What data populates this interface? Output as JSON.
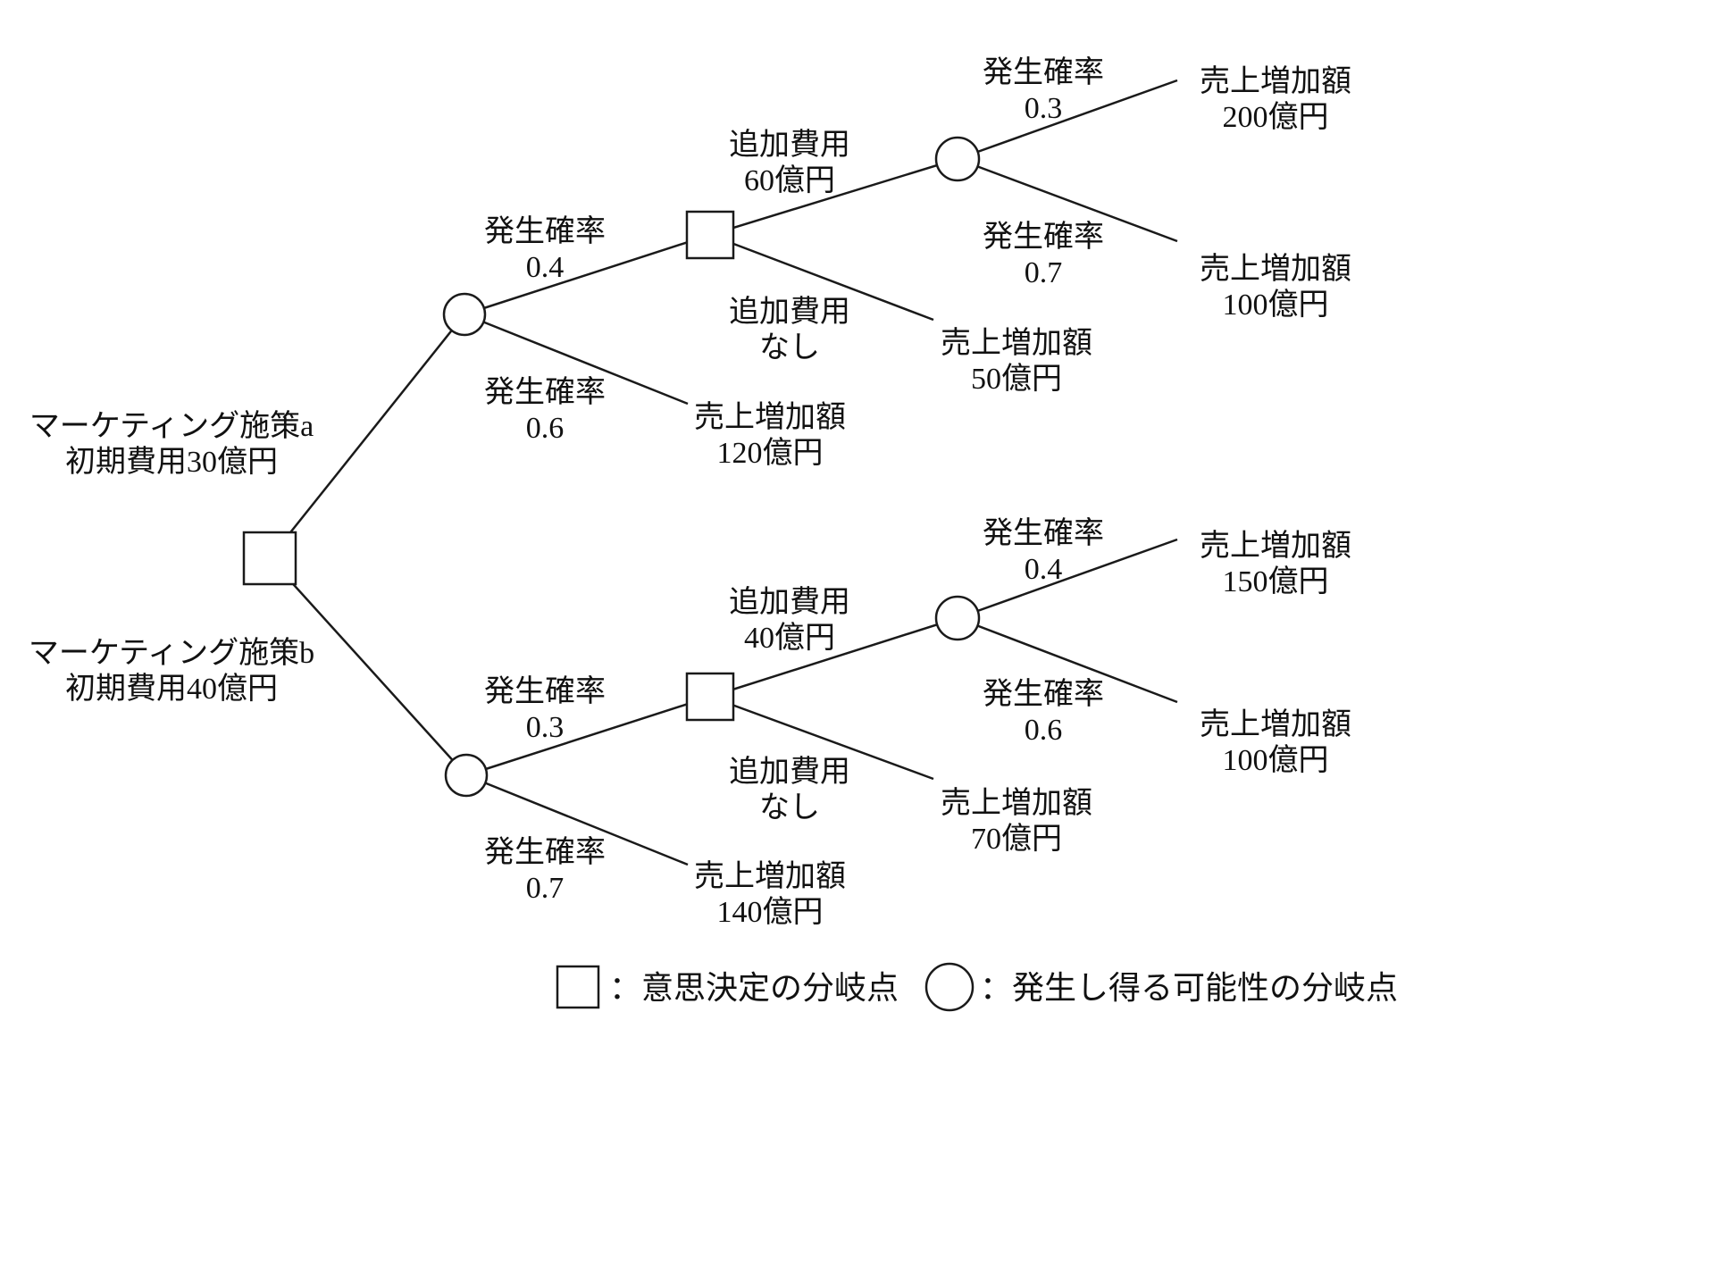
{
  "tree": {
    "root": {
      "strategy_a": {
        "name": "マーケティング施策a",
        "cost": "初期費用30億円"
      },
      "strategy_b": {
        "name": "マーケティング施策b",
        "cost": "初期費用40億円"
      }
    },
    "a": {
      "prob_04": {
        "l1": "発生確率",
        "l2": "0.4"
      },
      "prob_06": {
        "l1": "発生確率",
        "l2": "0.6"
      },
      "outcome_120": {
        "l1": "売上増加額",
        "l2": "120億円"
      },
      "addcost_60": {
        "l1": "追加費用",
        "l2": "60億円"
      },
      "addcost_none": {
        "l1": "追加費用",
        "l2": "なし"
      },
      "outcome_50": {
        "l1": "売上増加額",
        "l2": "50億円"
      },
      "prob_03": {
        "l1": "発生確率",
        "l2": "0.3"
      },
      "outcome_200": {
        "l1": "売上増加額",
        "l2": "200億円"
      },
      "prob_07": {
        "l1": "発生確率",
        "l2": "0.7"
      },
      "outcome_100": {
        "l1": "売上増加額",
        "l2": "100億円"
      }
    },
    "b": {
      "prob_03": {
        "l1": "発生確率",
        "l2": "0.3"
      },
      "prob_07": {
        "l1": "発生確率",
        "l2": "0.7"
      },
      "outcome_140": {
        "l1": "売上増加額",
        "l2": "140億円"
      },
      "addcost_40": {
        "l1": "追加費用",
        "l2": "40億円"
      },
      "addcost_none": {
        "l1": "追加費用",
        "l2": "なし"
      },
      "outcome_70": {
        "l1": "売上増加額",
        "l2": "70億円"
      },
      "prob_04": {
        "l1": "発生確率",
        "l2": "0.4"
      },
      "outcome_150": {
        "l1": "売上増加額",
        "l2": "150億円"
      },
      "prob_06": {
        "l1": "発生確率",
        "l2": "0.6"
      },
      "outcome_100": {
        "l1": "売上増加額",
        "l2": "100億円"
      }
    }
  },
  "legend": {
    "decision": "：意思決定の分岐点",
    "chance": "：発生し得る可能性の分岐点"
  }
}
